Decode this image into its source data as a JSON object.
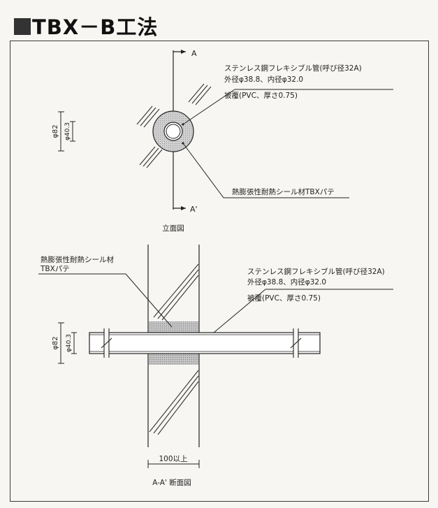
{
  "title": "TBX－B工法",
  "elevation": {
    "section_mark_top": "A",
    "section_mark_bottom": "A'",
    "pipe_label_line1": "ステンレス鋼フレキシブル管(呼び径32A)",
    "pipe_label_line2": "外径φ38.8、内径φ32.0",
    "pipe_label_line3": "被覆(PVC、厚さ0.75)",
    "sealant_label": "熱膨張性耐熱シール材TBXパテ",
    "dim_outer": "φ82",
    "dim_inner": "φ40.3",
    "caption": "立面図"
  },
  "section": {
    "sealant_label_line1": "熱膨張性耐熱シール材",
    "sealant_label_line2": "TBXパテ",
    "pipe_label_line1": "ステンレス鋼フレキシブル管(呼び径32A)",
    "pipe_label_line2": "外径φ38.8、内径φ32.0",
    "pipe_label_line3": "被覆(PVC、厚さ0.75)",
    "dim_outer": "φ82",
    "dim_inner": "φ40.3",
    "wall_dim": "100以上",
    "caption": "A-A' 断面図"
  }
}
